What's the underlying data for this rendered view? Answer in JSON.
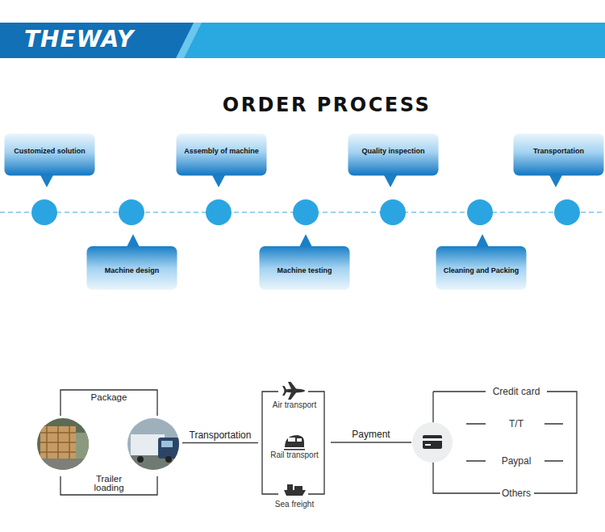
{
  "diagram": {
    "title": "ORDER PROCESS",
    "nodes": [
      {
        "text": [
          "Customized solution"
        ]
      },
      {
        "text": [
          "Machine design"
        ]
      },
      {
        "text": [
          "Assembly of machine"
        ]
      },
      {
        "text": [
          "Machine testing"
        ]
      },
      {
        "text": [
          "Quality inspection"
        ]
      },
      {
        "text": [
          "Cleaning and Packing"
        ]
      },
      {
        "text": [
          "Transportation"
        ]
      },
      {
        "text": [
          "Package",
          "Trailer loading"
        ]
      },
      {
        "text": [
          "Air transport",
          "Rail transport",
          "Sea freight"
        ]
      },
      {
        "text": [
          "Credit card",
          "T/T",
          "Paypal",
          "Others"
        ]
      }
    ],
    "edges": [
      {
        "from": 7,
        "to": 8,
        "label": "Transportation",
        "arrow": "none"
      },
      {
        "from": 8,
        "to": 9,
        "label": "Payment",
        "arrow": "none"
      }
    ],
    "labels": [
      "THEWAY"
    ]
  }
}
